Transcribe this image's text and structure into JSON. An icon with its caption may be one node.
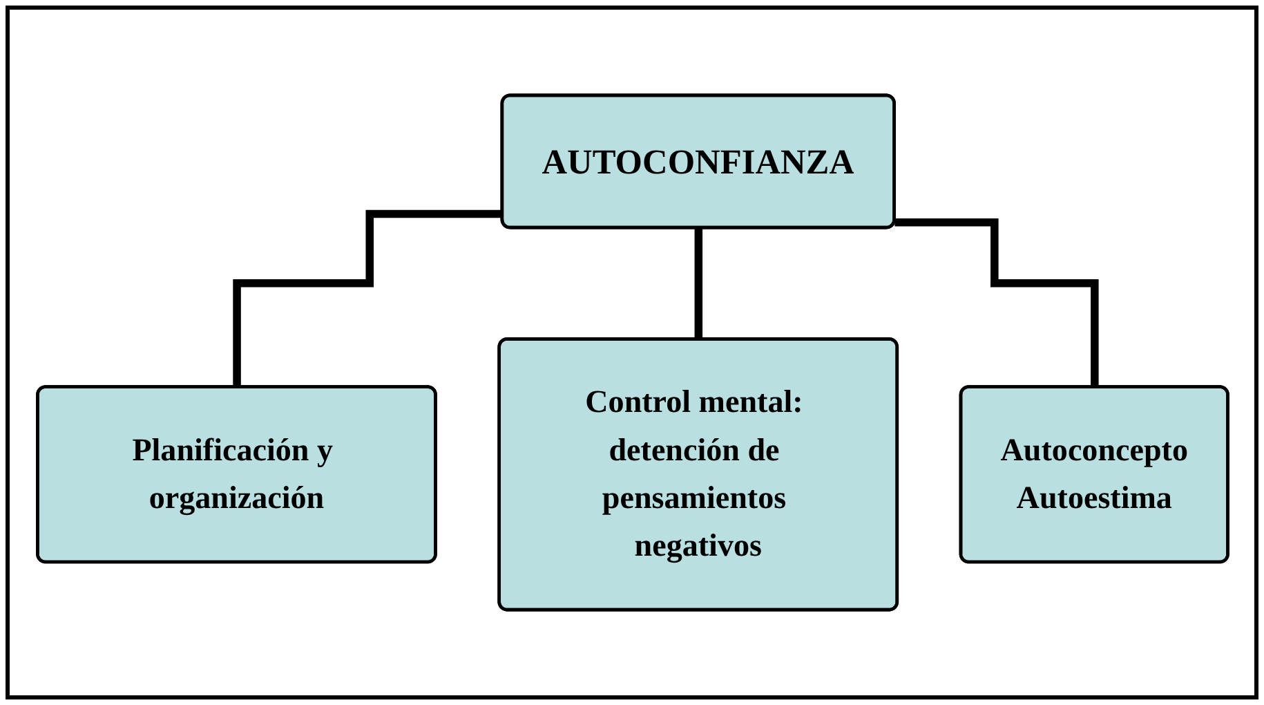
{
  "diagram": {
    "nodes": [
      {
        "text": [
          "AUTOCONFIANZA"
        ]
      },
      {
        "text": [
          "Planificación y organización"
        ]
      },
      {
        "text": [
          "Control mental: detención de pensamientos negativos"
        ]
      },
      {
        "text": [
          "Autoconcepto",
          "Autoestima"
        ]
      }
    ],
    "edges": [
      {
        "from": 0,
        "to": 1,
        "arrow": "none"
      },
      {
        "from": 0,
        "to": 2,
        "arrow": "none"
      },
      {
        "from": 0,
        "to": 3,
        "arrow": "none"
      }
    ]
  }
}
